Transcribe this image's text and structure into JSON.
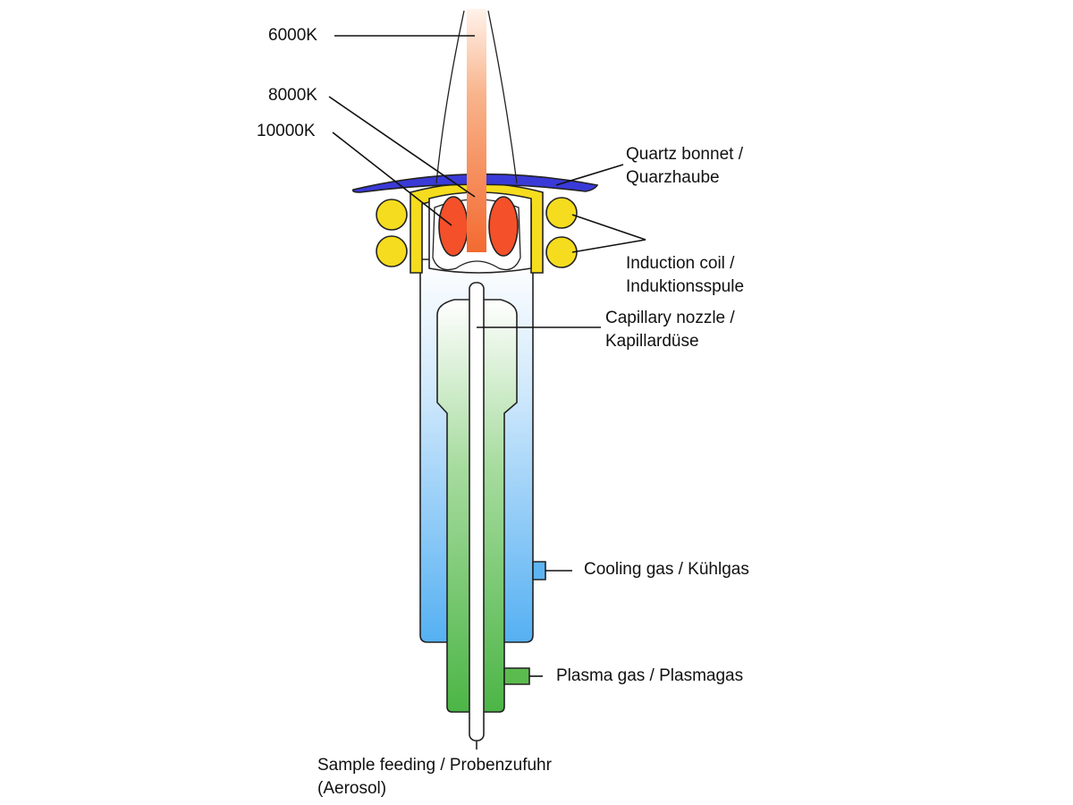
{
  "labels": {
    "temp_6000": "6000K",
    "temp_8000": "8000K",
    "temp_10000": "10000K",
    "quartz_bonnet": [
      "Quartz bonnet /",
      "Quarzhaube"
    ],
    "induction_coil": [
      "Induction coil /",
      "Induktionsspule"
    ],
    "capillary_nozzle": [
      "Capillary nozzle /",
      "Kapillardüse"
    ],
    "cooling_gas": "Cooling gas / Kühlgas",
    "plasma_gas": "Plasma gas / Plasmagas",
    "sample_feeding": [
      "Sample feeding / Probenzufuhr",
      "(Aerosol)"
    ]
  },
  "colors": {
    "quartz_bonnet": "#3a3ad8",
    "coil": "#f5dc1e",
    "plasma_core": "#f4502a",
    "plume": "#f58a4a",
    "cooling_gas": "#5db4f2",
    "plasma_gas": "#5cbb4e"
  }
}
